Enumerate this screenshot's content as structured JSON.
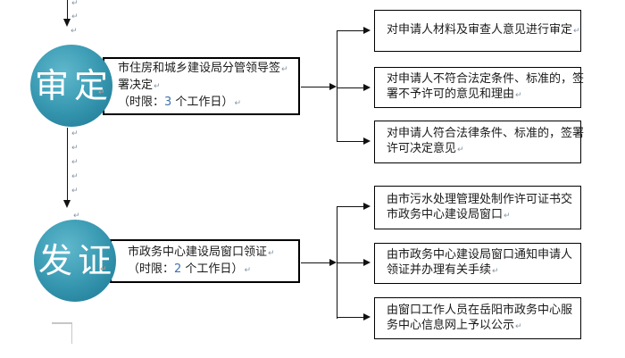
{
  "marks": {
    "ret": "↵"
  },
  "colors": {
    "circle_fill": "#3e9eb6",
    "circle_fill_highlight": "#60b8cc",
    "circle_fill_edge": "#1d7893",
    "circle_text": "#ffffff",
    "box_border": "#000000",
    "text": "#1a1a1a",
    "time_digit": "#3f74ae",
    "format_mark": "#8796a3",
    "page_corner": "#c7c7c7"
  },
  "flow": {
    "stages": [
      {
        "circle_label": "审定",
        "main_box": {
          "line1": "市住房和城乡建设局分管领导签",
          "line2": "署决定",
          "time_prefix": "（时限：",
          "time_value": "3",
          "time_suffix": " 个工作日）"
        },
        "branches": [
          {
            "lines": [
              "对申请人材料及审查人意见进行审定"
            ]
          },
          {
            "lines": [
              "对申请人不符合法定条件、标准的，签",
              "署不予许可的意见和理由"
            ]
          },
          {
            "lines": [
              "对申请人符合法律条件、标准的，签署",
              "许可决定意见"
            ]
          }
        ]
      },
      {
        "circle_label": "发证",
        "main_box": {
          "line1": "市政务中心建设局窗口领证",
          "time_prefix": "（时限：",
          "time_value": "2",
          "time_suffix": " 个工作日）"
        },
        "branches": [
          {
            "lines": [
              "由市污水处理管理处制作许可证书交",
              "市政务中心建设局窗口"
            ]
          },
          {
            "lines": [
              "由市政务中心建设局窗口通知申请人",
              "领证并办理有关手续"
            ]
          },
          {
            "lines": [
              "由窗口工作人员在岳阳市政务中心服",
              "务中心信息网上予以公示"
            ]
          }
        ]
      }
    ]
  }
}
